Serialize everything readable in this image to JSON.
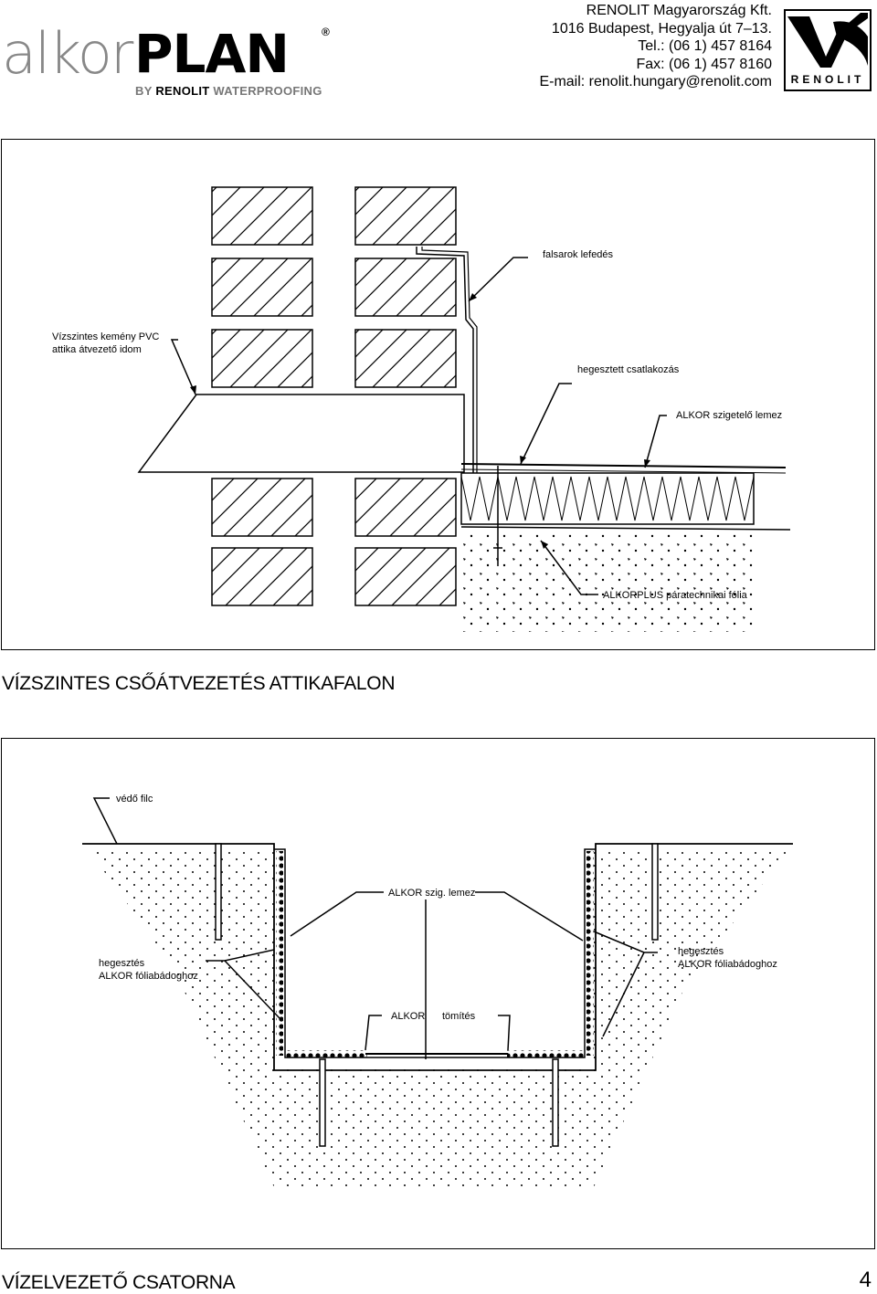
{
  "header": {
    "logo_left": "alkor",
    "logo_right": "PLAN",
    "logo_registered": "®",
    "logo_tagline_by": "BY ",
    "logo_tagline_brand": "RENOLIT",
    "logo_tagline_rest": " WATERPROOFING",
    "company": "RENOLIT Magyarország Kft.",
    "address": "1016 Budapest, Hegyalja út 7–13.",
    "tel": "Tel.: (06 1) 457 8164",
    "fax": "Fax: (06 1) 457 8160",
    "email": "E-mail: renolit.hungary@renolit.com",
    "renolit_logo_text": "RENOLIT"
  },
  "drawing1": {
    "labels": {
      "falsarok": "falsarok lefedés",
      "vizszintes_line1": "Vízszintes kemény PVC",
      "vizszintes_line2": "attika átvezető idom",
      "hegesztett": "hegesztett csatlakozás",
      "alkor_szigetelo": "ALKOR szigetelő lemez",
      "alkorplus": "ALKORPLUS páratechnikai fólia"
    },
    "title": "VÍZSZINTES CSŐÁTVEZETÉS ATTIKAFALON"
  },
  "drawing2": {
    "labels": {
      "vedo_filc": "védő filc",
      "alkor_szig": "ALKOR szig. lemez",
      "hegesztes_left_1": "hegesztés",
      "hegesztes_left_2": "ALKOR fóliabádoghoz",
      "hegesztes_right_1": "hegesztés",
      "hegesztes_right_2": "ALKOR fóliabádoghoz",
      "alkor": "ALKOR",
      "tomites": "tömítés"
    },
    "title": "VÍZELVEZETŐ CSATORNA"
  },
  "page_number": "4"
}
